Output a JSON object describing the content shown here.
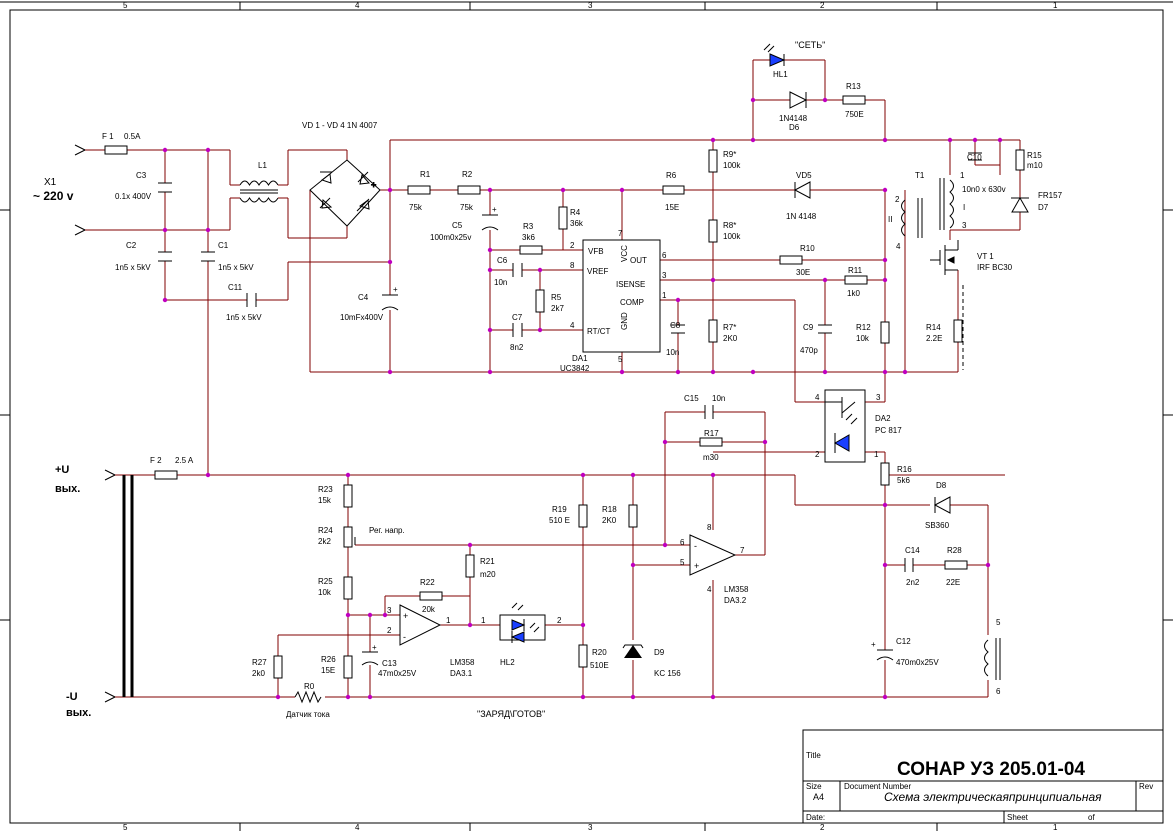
{
  "frame": {
    "zones_top": [
      "5",
      "4",
      "3",
      "2",
      "1"
    ],
    "zones_bottom": [
      "5",
      "4",
      "3",
      "2",
      "1"
    ]
  },
  "title_block": {
    "title_caption": "Title",
    "title": "СОНАР  УЗ 205.01-04",
    "size_caption": "Size",
    "size": "A4",
    "docnum_caption": "Document Number",
    "docnum": "Схема электрическаяпринципиальная",
    "rev_caption": "Rev",
    "date_caption": "Date:",
    "sheet_caption": "Sheet",
    "of_caption": "of"
  },
  "input": {
    "connector": "X1",
    "voltage": "~ 220 v"
  },
  "output": {
    "plus": "+U",
    "plus_sub": "вых.",
    "minus": "-U",
    "minus_sub": "вых."
  },
  "labels": {
    "F1": "F 1",
    "F1v": "0.5A",
    "F2": "F 2",
    "F2v": "2.5 A",
    "L1": "L1",
    "C3": "C3",
    "C3v": "0.1x 400V",
    "C2": "C2",
    "C2v": "1n5 x 5kV",
    "C1": "C1",
    "C1v": "1n5 x 5kV",
    "C11": "C11",
    "C11v": "1n5 x 5kV",
    "C4": "C4",
    "C4v": "10mFx400V",
    "VD": "VD 1 - VD 4  1N 4007",
    "R1": "R1",
    "R1v": "75k",
    "R2": "R2",
    "R2v": "75k",
    "C5": "C5",
    "C5v": "100m0x25v",
    "R3": "R3",
    "R3v": "3k6",
    "R4": "R4",
    "R4v": "36k",
    "C6": "C6",
    "C6v": "10n",
    "R5": "R5",
    "R5v": "2k7",
    "C7": "C7",
    "C7v": "8n2",
    "DA1": "DA1",
    "DA1v": "UC3842",
    "pinVFB": "VFB",
    "pinVREF": "VREF",
    "pinRTCT": "RT/CT",
    "pinVCC": "VCC",
    "pinOUT": "OUT",
    "pinISENSE": "ISENSE",
    "pinCOMP": "COMP",
    "pinGND": "GND",
    "p2": "2",
    "p8": "8",
    "p4": "4",
    "p7": "7",
    "p6": "6",
    "p3": "3",
    "p1": "1",
    "p5": "5",
    "R6": "R6",
    "R6v": "15E",
    "R9": "R9*",
    "R9v": "100k",
    "R8": "R8*",
    "R8v": "100k",
    "R7": "R7*",
    "R7v": "2K0",
    "C8": "C8",
    "C8v": "10n",
    "VD5": "VD5",
    "VD5v": "1N 4148",
    "R10": "R10",
    "R10v": "30E",
    "R11": "R11",
    "R11v": "1k0",
    "C9": "C9",
    "C9v": "470p",
    "R12": "R12",
    "R12v": "10k",
    "R14": "R14",
    "R14v": "2.2E",
    "HL1": "HL1",
    "HL1n": "\"СЕТЬ\"",
    "D6": "1N4148",
    "D6n": "D6",
    "R13": "R13",
    "R13v": "750E",
    "T1": "T1",
    "T1_I": "I",
    "T1_II": "II",
    "t1": "1",
    "t2": "2",
    "t3": "3",
    "t4": "4",
    "C10": "C10",
    "C10v": "10n0 x 630v",
    "R15": "R15",
    "R15v": "m10",
    "D7": "FR157",
    "D7n": "D7",
    "VT1": "VT 1",
    "VT1v": "IRF BC30",
    "C15": "C15",
    "C15v": "10n",
    "R17": "R17",
    "R17v": "m30",
    "DA2": "DA2",
    "DA2v": "PC 817",
    "o4": "4",
    "o3": "3",
    "o2": "2",
    "o1": "1",
    "R16": "R16",
    "R16v": "5k6",
    "D8": "D8",
    "D8v": "SB360",
    "C14": "C14",
    "C14v": "2n2",
    "R28": "R28",
    "R28v": "22E",
    "C12": "C12",
    "C12v": "470m0x25V",
    "w5": "5",
    "w6": "6",
    "R23": "R23",
    "R23v": "15k",
    "R24": "R24",
    "R24v": "2k2",
    "R24n": "Рег. напр.",
    "R25": "R25",
    "R25v": "10k",
    "R26": "R26",
    "R26v": "15E",
    "R27": "R27",
    "R27v": "2k0",
    "R0": "R0",
    "R0n": "Датчик тока",
    "C13": "C13",
    "C13v": "47m0x25V",
    "R22": "R22",
    "R22v": "20k",
    "R21": "R21",
    "R21v": "m20",
    "DA31": "LM358",
    "DA31v": "DA3.1",
    "HL2": "HL2",
    "HL2n": "\"ЗАРЯД\\ГОТОВ\"",
    "R19": "R19",
    "R19v": "510 E",
    "R18": "R18",
    "R18v": "2K0",
    "R20": "R20",
    "R20v": "510E",
    "D9": "D9",
    "D9v": "KC 156",
    "DA32": "LM358",
    "DA32v": "DA3.2",
    "u3": "3",
    "u2": "2",
    "u1": "1",
    "u6": "6",
    "u5": "5",
    "u7": "7",
    "u8": "8",
    "u4": "4",
    "hl1": "1",
    "hl2": "2"
  }
}
